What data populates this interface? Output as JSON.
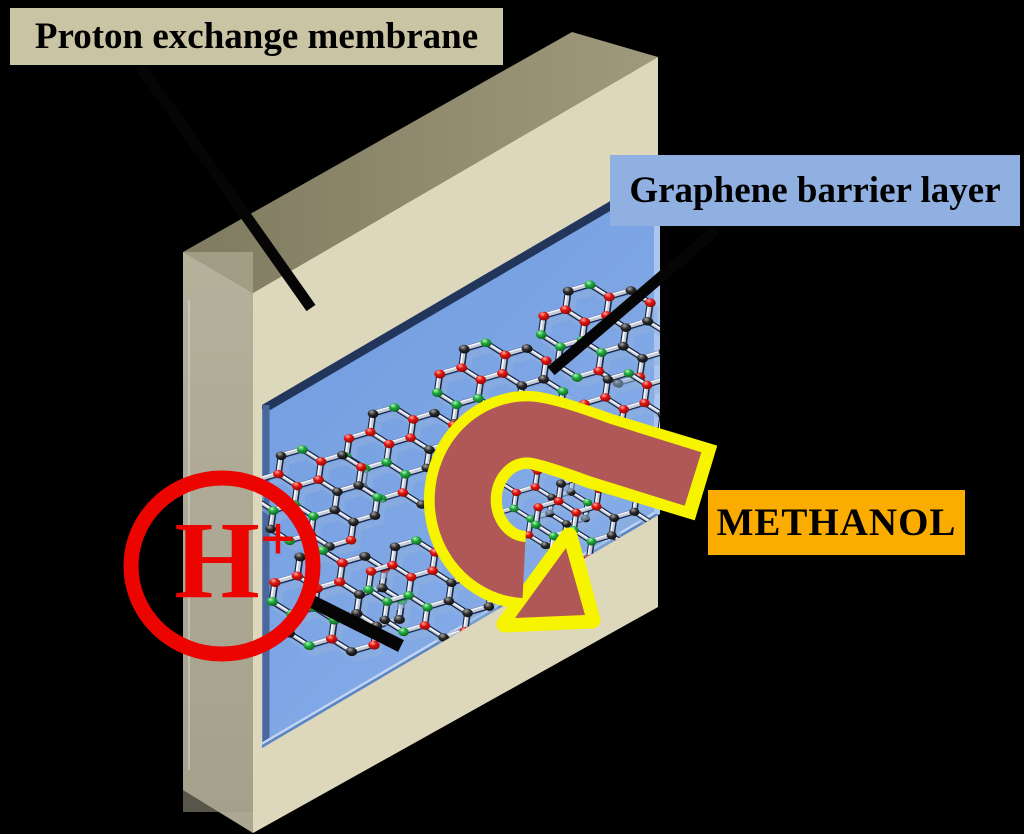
{
  "figure": {
    "title_implicit": "Graphene barrier layer on proton exchange membrane blocking methanol crossover",
    "background": "#000000",
    "labels": {
      "membrane": {
        "text": "Proton exchange membrane",
        "bg": "#c9c4a4",
        "text_color": "#000000"
      },
      "graphene": {
        "text": "Graphene barrier layer",
        "bg": "#8fb0e0",
        "text_color": "#000000"
      },
      "methanol": {
        "text": "METHANOL",
        "bg": "#fbac00",
        "text_color": "#000000"
      }
    },
    "proton": {
      "symbol": "H",
      "charge": "+",
      "color": "#ec0400"
    },
    "membrane_block": {
      "front": "#ddd8bb",
      "top": "#8f8b6f",
      "side": "#aba793"
    },
    "barrier_panel": {
      "fill": "#77a1e2",
      "border_dark": "#22365c",
      "border_left": "#4a689c",
      "border_bottom": "#5c85c3",
      "border_light": "#c2d5f2",
      "edge_right": "#aac6ee"
    },
    "blocked_arrow": {
      "fill": "#b05858",
      "outline": "#f7f400",
      "meaning": "methanol-rejected-u-turn-arrow"
    },
    "pointer_color": "#050505",
    "atoms": {
      "carbon_black": "#1d1d1d",
      "oxygen_red": "#e21510",
      "green_site": "#21ab40",
      "bond_dark": "#1a2746",
      "bond_silver": "#c3cbd9",
      "bond_highlight": "#f5f8fe",
      "cluster_shadow": "#8fb0dc"
    }
  }
}
